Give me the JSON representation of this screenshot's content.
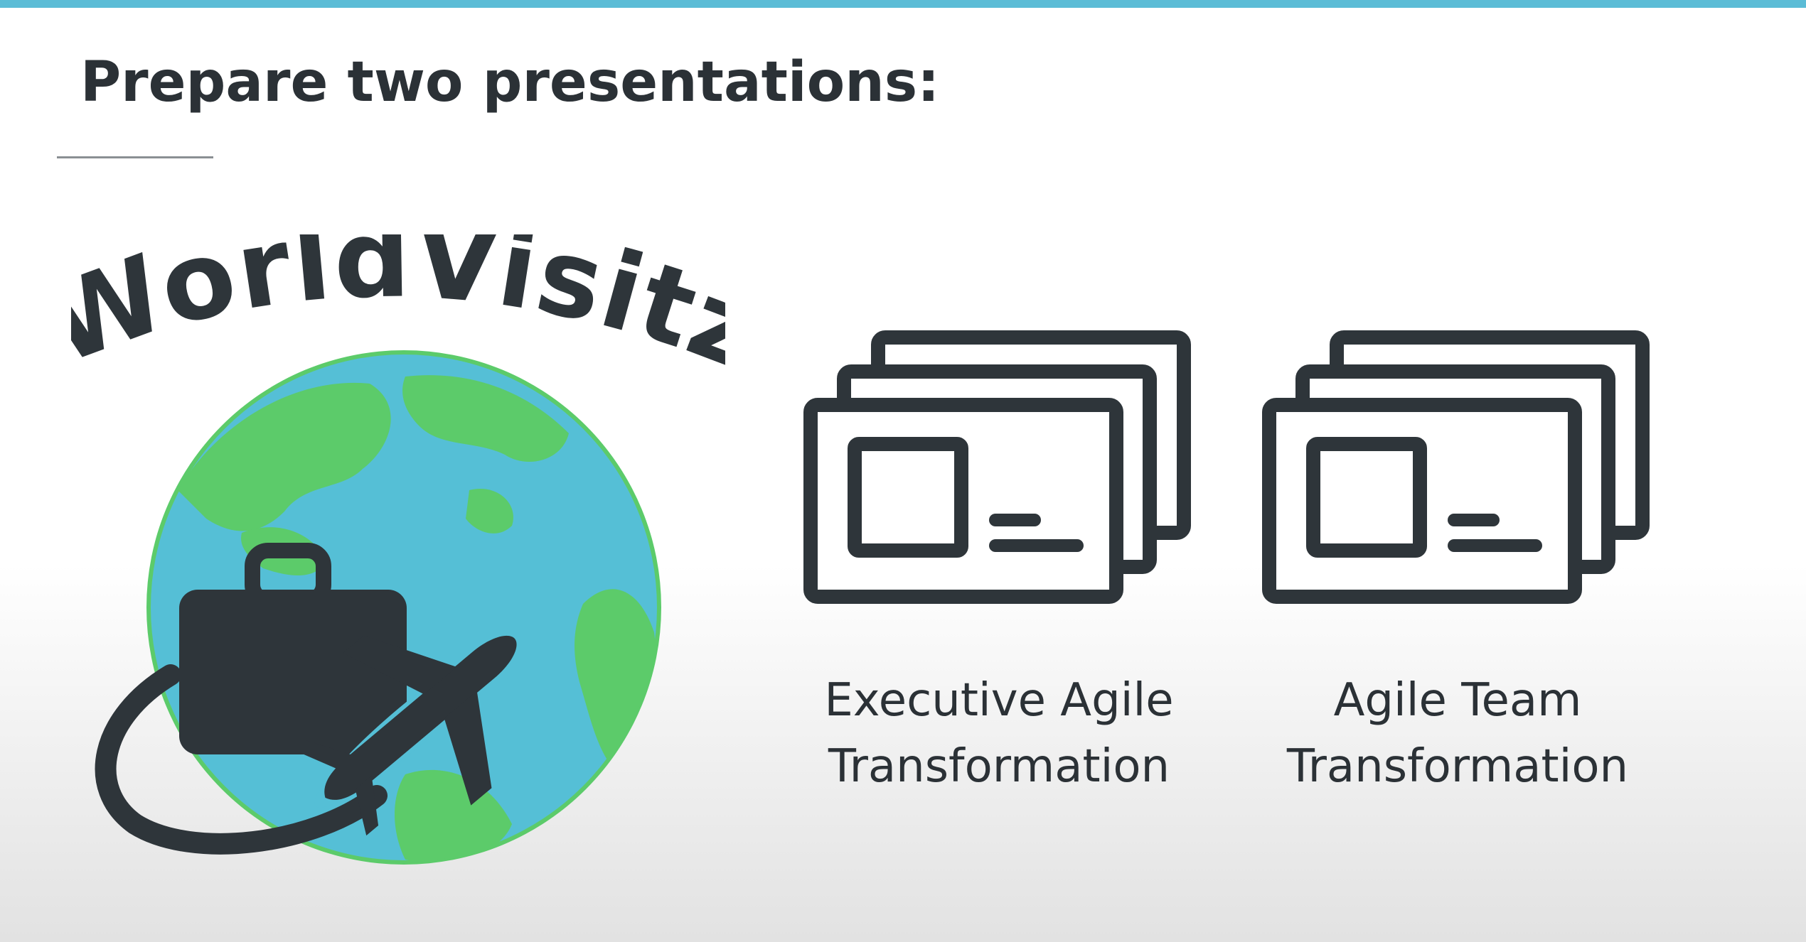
{
  "slide": {
    "title": "Prepare two presentations:",
    "accent_color": "#5bbcd6",
    "text_color": "#2b3136"
  },
  "logo": {
    "wordmark": "WorldVisitz",
    "icons": [
      "globe-icon",
      "briefcase-icon",
      "airplane-icon"
    ],
    "colors": {
      "ocean": "#55bfd6",
      "land": "#5ccb6a",
      "ink": "#2e353a"
    }
  },
  "presentations": [
    {
      "icon": "presentation-slides-icon",
      "label_line1": "Executive Agile",
      "label_line2": "Transformation"
    },
    {
      "icon": "presentation-slides-icon",
      "label_line1": "Agile Team",
      "label_line2": "Transformation"
    }
  ]
}
